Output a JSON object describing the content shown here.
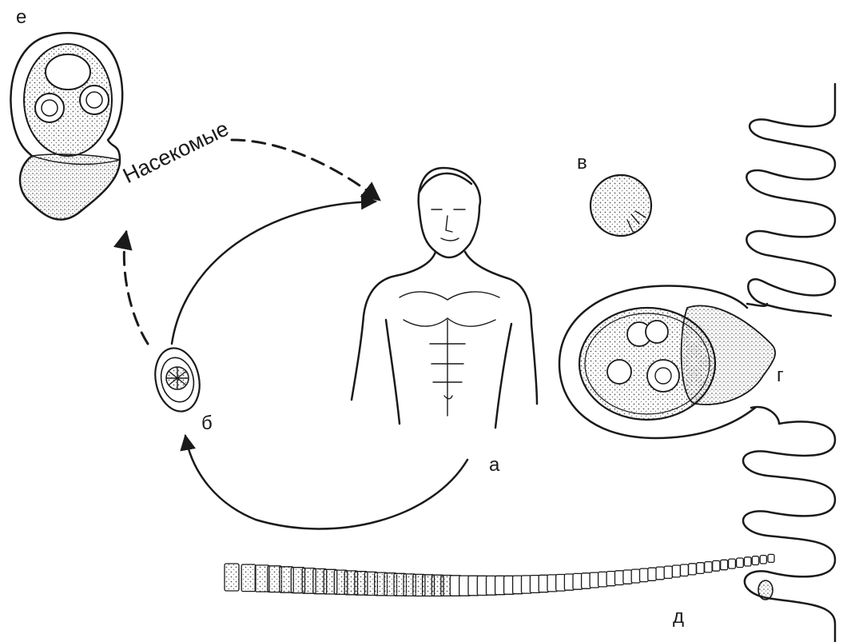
{
  "labels": {
    "a": "а",
    "b": "б",
    "v": "в",
    "g": "г",
    "d": "д",
    "e": "е"
  },
  "path_label": "Насекомые",
  "colors": {
    "ink": "#1a1a1a",
    "background": "#ffffff",
    "stipple": "#bdbdbd"
  }
}
